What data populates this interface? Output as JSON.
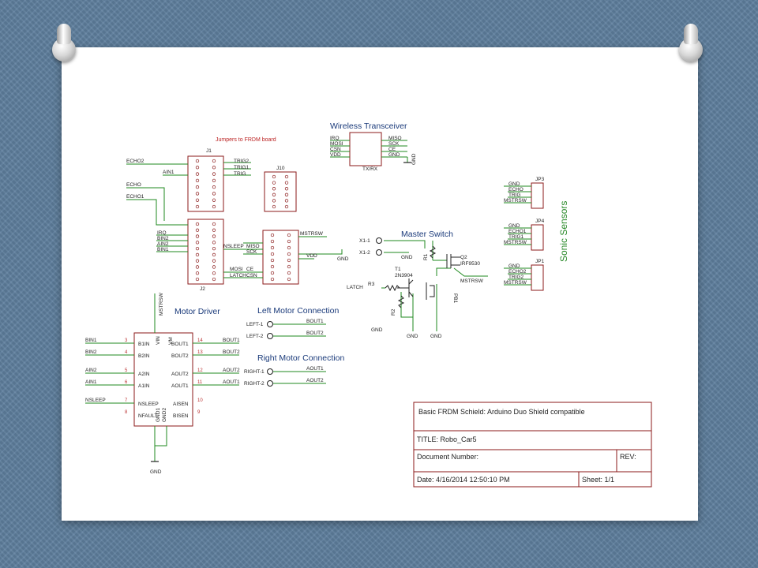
{
  "jumpers_title": "Jumpers to FRDM board",
  "j1": {
    "ref": "J1",
    "left_labels": [
      "ECHO2",
      "AIN1",
      "ECHO",
      "ECHO1"
    ],
    "right_labels": [
      "TRIG2",
      "TRIG1",
      "TRIG"
    ]
  },
  "j10": {
    "ref": "J10"
  },
  "j2": {
    "ref": "J2",
    "left_labels": [
      "IRQ",
      "BIN2",
      "AIN2",
      "BIN1"
    ],
    "right_labels": [
      "NSLEEP",
      "MOSI",
      "LATCH"
    ]
  },
  "j2b": {
    "left_labels": [
      "MISO",
      "SCK",
      "CE",
      "CSN"
    ],
    "right_labels": [
      "MSTRSW",
      "VDD",
      "GND"
    ]
  },
  "wireless": {
    "title": "Wireless Transceiver",
    "left": [
      "IRQ",
      "MOSI",
      "CSN",
      "VDD"
    ],
    "right": [
      "MISO",
      "SCK",
      "CE",
      "GND"
    ],
    "part": "TX/RX",
    "gnd": "GND"
  },
  "master": {
    "title": "Master Switch",
    "x1": "X1-1",
    "x2": "X1-2",
    "gnd": "GND",
    "q2": "Q2",
    "q2_part": "IRF9530",
    "r1": "R1",
    "mstrsw": "MSTRSW",
    "t1": "T1",
    "t1_part": "2N3904",
    "r3": "R3",
    "r2": "R2",
    "pb1": "PB1",
    "latch": "LATCH",
    "gnd_bottom": [
      "GND",
      "GND",
      "GND"
    ]
  },
  "sonic": {
    "title": "Sonic Sensors",
    "jp3": {
      "ref": "JP3",
      "pins": [
        "GND",
        "ECHO",
        "TRIG",
        "MSTRSW"
      ]
    },
    "jp4": {
      "ref": "JP4",
      "pins": [
        "GND",
        "ECHO1",
        "TRIG1",
        "MSTRSW"
      ]
    },
    "jp1": {
      "ref": "JP1",
      "pins": [
        "GND",
        "ECHO2",
        "TRIG2",
        "MSTRSW"
      ]
    },
    "gnd": "GND"
  },
  "motor": {
    "title": "Motor Driver",
    "top_net": "MSTRSW",
    "left_nets": [
      "BIN1",
      "BIN2",
      "AIN2",
      "AIN1",
      "NSLEEP"
    ],
    "left_pins": [
      "B1IN",
      "B2IN",
      "A2IN",
      "A1IN",
      "NSLEEP",
      "NFAULT"
    ],
    "right_pins": [
      "BOUT1",
      "BOUT2",
      "AOUT2",
      "AOUT1",
      "AISEN",
      "BISEN"
    ],
    "right_nets": [
      "BOUT1",
      "BOUT2",
      "AOUT2",
      "AOUT1"
    ],
    "inner_top": [
      "VIN",
      "VM"
    ],
    "inner_bottom": [
      "GND1",
      "GND2"
    ],
    "gnd": "GND"
  },
  "left_motor": {
    "title": "Left Motor Connection",
    "pins": [
      "LEFT-1",
      "LEFT-2"
    ],
    "nets": [
      "BOUT1",
      "BOUT2"
    ]
  },
  "right_motor": {
    "title": "Right Motor Connection",
    "pins": [
      "RIGHT-1",
      "RIGHT-2"
    ],
    "nets": [
      "AOUT1",
      "AOUT2"
    ]
  },
  "title_block": {
    "project": "Basic FRDM Schield:  Arduino Duo Shield compatible",
    "title": "TITLE:  Robo_Car5",
    "doc": "Document Number:",
    "rev": "REV:",
    "date": "Date: 4/16/2014 12:50:10 PM",
    "sheet": "Sheet: 1/1"
  },
  "colors": {
    "wire": "#1f8a1f",
    "part": "#8b1a1a",
    "title_text": "#1a3a7a",
    "slide_bg": "#5f7f9e"
  }
}
